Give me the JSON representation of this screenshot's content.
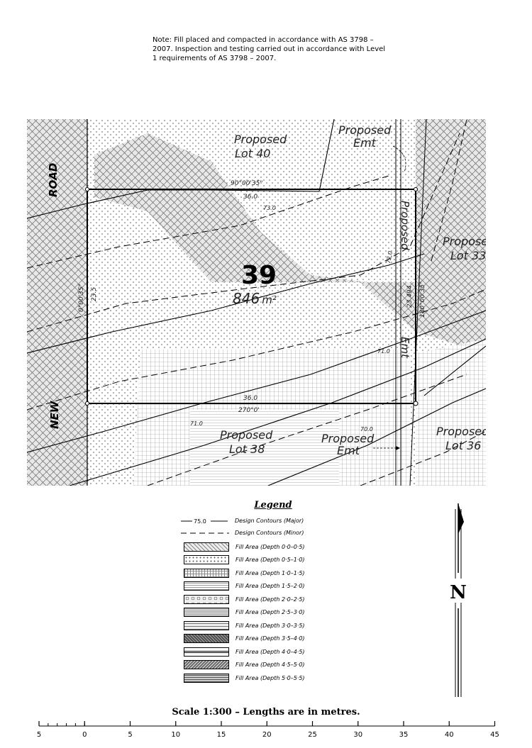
{
  "note": "Note: Fill placed and compacted in accordance with AS 3798 – 2007. Inspection and testing carried out in accordance with Level 1 requirements of AS 3798 – 2007.",
  "plan": {
    "road_name_top": "ROAD",
    "road_name_bottom": "NEW",
    "lot_number": "39",
    "lot_area": "846",
    "lot_area_unit": "m²",
    "bearing_top": "90°00'35\"",
    "length_top": "36.0",
    "bearing_bottom": "270°0'",
    "length_bottom": "36.0",
    "bearing_left": "0°00'35\"",
    "length_left": "23.5",
    "bearing_right": "180°00'35\"",
    "length_right": "23.494",
    "contour_73": "73.0",
    "contour_72": "72.0",
    "contour_71a": "71.0",
    "contour_71b": "71.0",
    "contour_70": "70.0",
    "lot40_a": "Proposed",
    "lot40_b": "Lot 40",
    "emt_top_a": "Proposed",
    "emt_top_b": "Emt",
    "lot33_a": "Proposed",
    "lot33_b": "Lot 33",
    "emt_vert_a": "Proposed",
    "emt_vert_b": "Emt",
    "lot38_a": "Proposed",
    "lot38_b": "Lot 38",
    "emt_bot_a": "Proposed",
    "emt_bot_b": "Emt",
    "lot36_a": "Proposed",
    "lot36_b": "Lot 36"
  },
  "legend": {
    "title": "Legend",
    "major_value": "75.0",
    "major_label": "Design Contours (Major)",
    "minor_label": "Design Contours (Minor)",
    "fills": [
      {
        "label": "Fill Area (Depth 0·0–0·5)",
        "pattern": "weave"
      },
      {
        "label": "Fill Area (Depth 0·5–1·0)",
        "pattern": "dots"
      },
      {
        "label": "Fill Area (Depth 1·0–1·5)",
        "pattern": "grid"
      },
      {
        "label": "Fill Area (Depth 1·5–2·0)",
        "pattern": "hlines"
      },
      {
        "label": "Fill Area (Depth 2·0–2·5)",
        "pattern": "circles"
      },
      {
        "label": "Fill Area (Depth 2·5–3·0)",
        "pattern": "dense"
      },
      {
        "label": "Fill Area (Depth 3·0–3·5)",
        "pattern": "brick"
      },
      {
        "label": "Fill Area (Depth 3·5–4·0)",
        "pattern": "dark"
      },
      {
        "label": "Fill Area (Depth 4·0–4·5)",
        "pattern": "stripe"
      },
      {
        "label": "Fill Area (Depth 4·5–5·0)",
        "pattern": "diag"
      },
      {
        "label": "Fill Area (Depth 5·0–5·5)",
        "pattern": "hgrid"
      }
    ]
  },
  "north_label": "N",
  "scale": {
    "title": "Scale 1:300 – Lengths are in metres.",
    "ticks": [
      "5",
      "0",
      "5",
      "10",
      "15",
      "20",
      "25",
      "30",
      "35",
      "40",
      "45"
    ]
  }
}
